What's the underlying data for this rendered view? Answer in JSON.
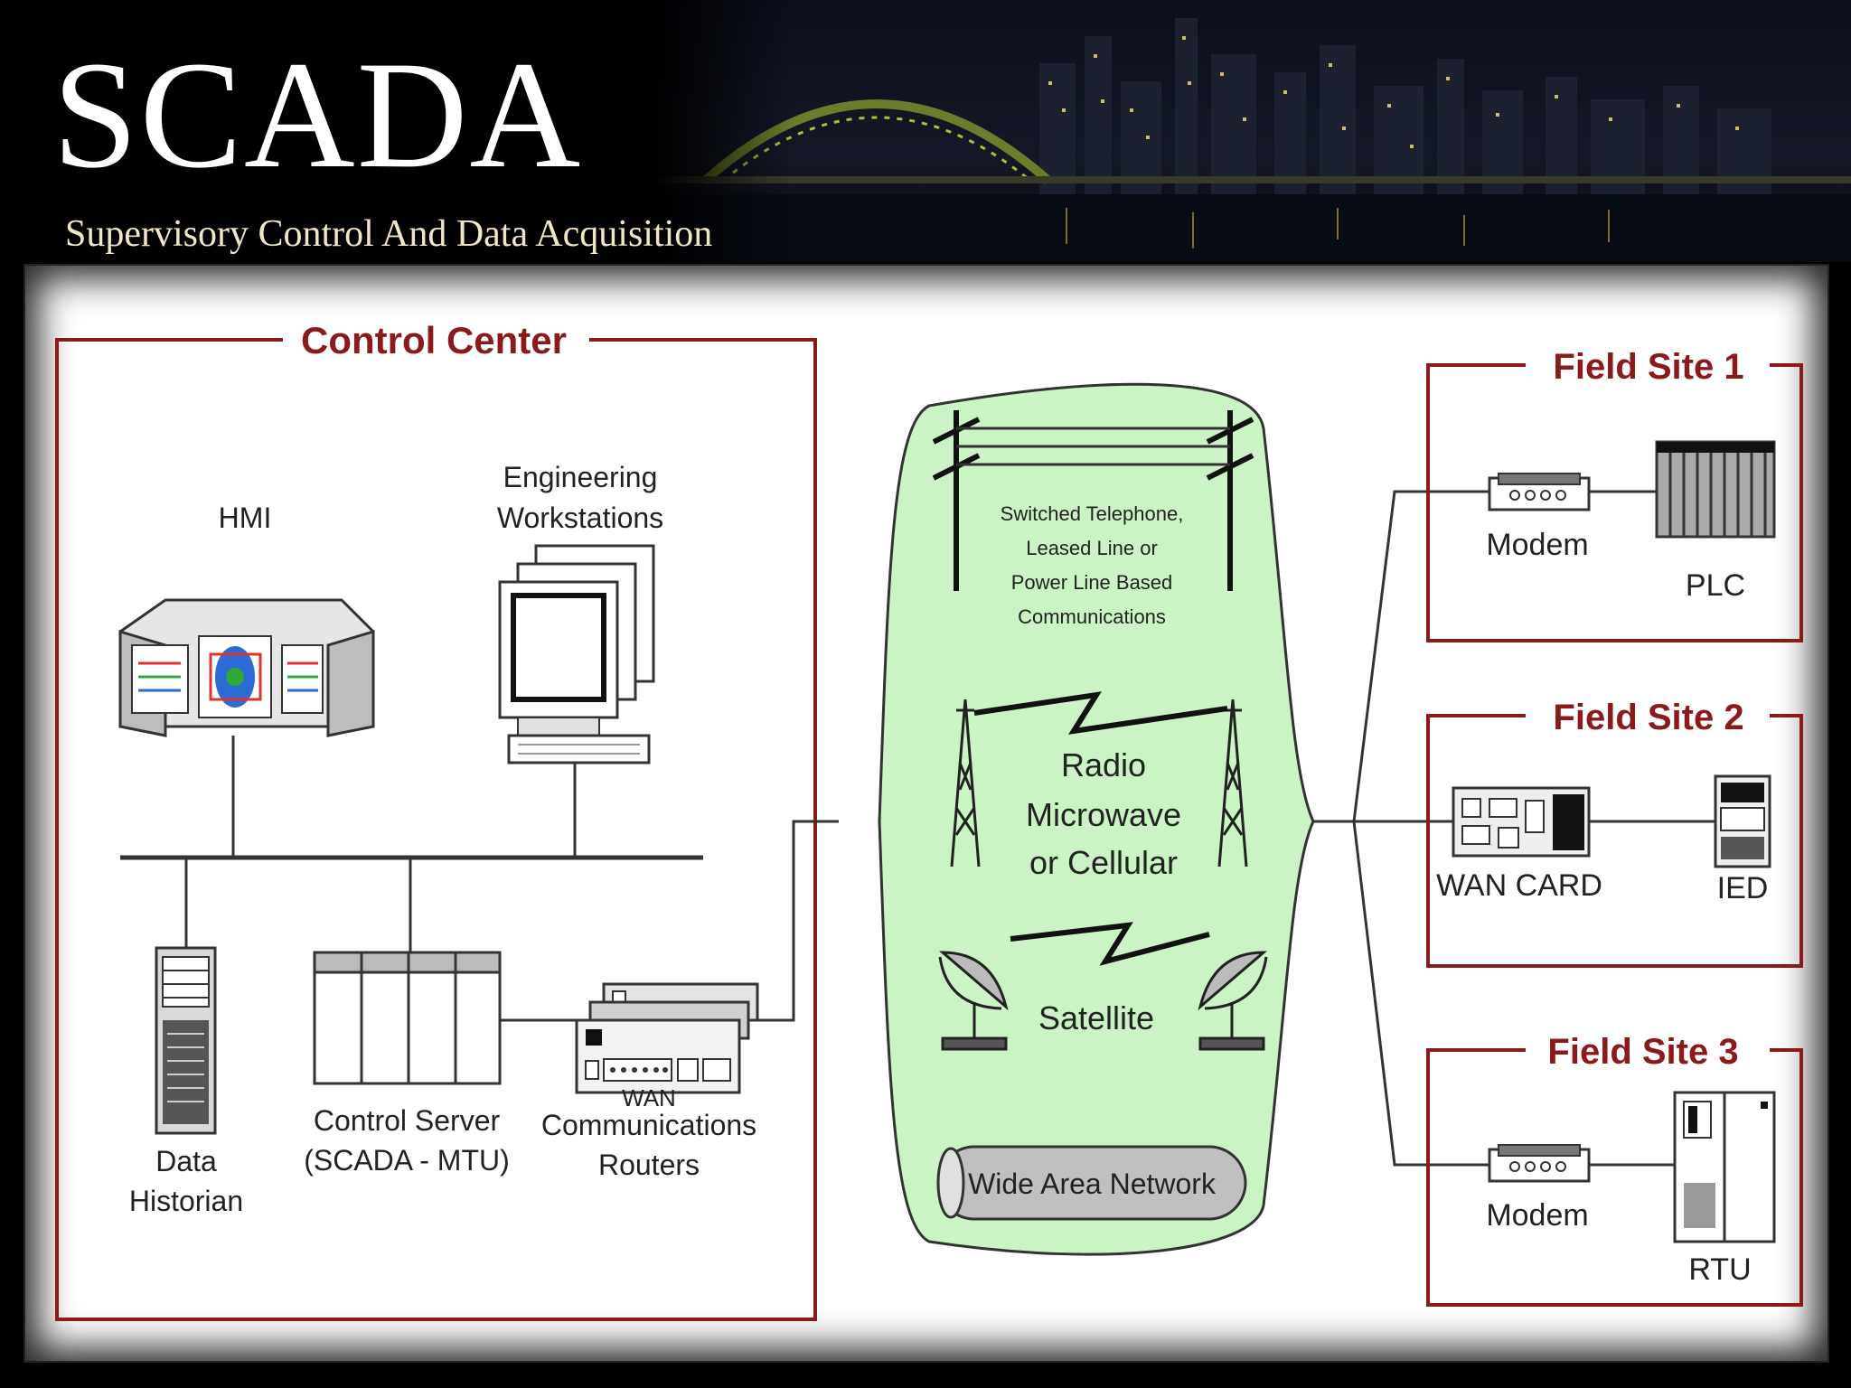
{
  "slide": {
    "title": "SCADA",
    "subtitle": "Supervisory Control And Data Acquisition"
  },
  "diagram": {
    "control_center": {
      "title": "Control Center",
      "hmi": "HMI",
      "engineering_1": "Engineering",
      "engineering_2": "Workstations",
      "data_historian_1": "Data",
      "data_historian_2": "Historian",
      "control_server_1": "Control Server",
      "control_server_2": "(SCADA - MTU)",
      "comms_1": "WAN",
      "comms_2": "Communications",
      "comms_3": "Routers"
    },
    "wan": {
      "telephone_1": "Switched Telephone,",
      "telephone_2": "Leased Line or",
      "telephone_3": "Power Line Based",
      "telephone_4": "Communications",
      "radio_1": "Radio",
      "radio_2": "Microwave",
      "radio_3": "or Cellular",
      "satellite": "Satellite",
      "wide_area_network": "Wide Area Network"
    },
    "field_sites": [
      {
        "title": "Field Site 1",
        "left": "Modem",
        "right": "PLC"
      },
      {
        "title": "Field Site 2",
        "left": "WAN CARD",
        "right": "IED"
      },
      {
        "title": "Field Site 3",
        "left": "Modem",
        "right": "RTU"
      }
    ]
  },
  "colors": {
    "border_red": "#8b1a1a",
    "wan_green": "#ccf3c6",
    "line": "#333333"
  }
}
